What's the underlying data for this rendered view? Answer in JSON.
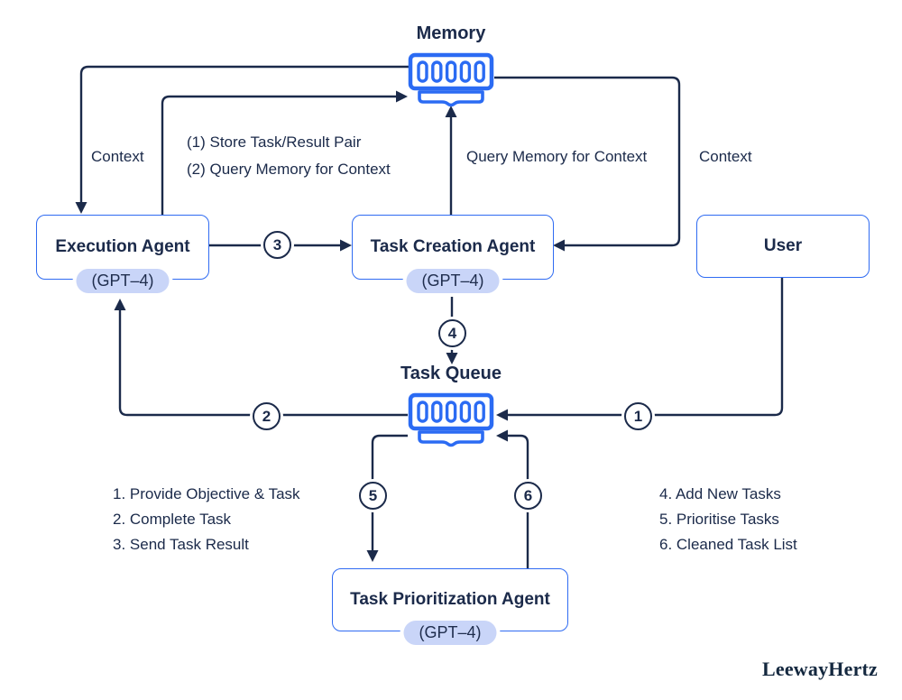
{
  "diagram": {
    "title_memory": "Memory",
    "title_task_queue": "Task Queue",
    "nodes": {
      "execution_agent": {
        "label": "Execution Agent",
        "model": "(GPT–4)"
      },
      "task_creation_agent": {
        "label": "Task Creation Agent",
        "model": "(GPT–4)"
      },
      "user": {
        "label": "User"
      },
      "task_prioritization_agent": {
        "label": "Task Prioritization Agent",
        "model": "(GPT–4)"
      }
    },
    "edge_labels": {
      "context_left": "Context",
      "store_pair": "(1) Store Task/Result Pair",
      "query_memory_left": "(2) Query Memory for Context",
      "query_memory_right": "Query Memory for Context",
      "context_right": "Context"
    },
    "markers": [
      "1",
      "2",
      "3",
      "4",
      "5",
      "6"
    ],
    "legend_left": [
      "1. Provide Objective & Task",
      "2. Complete Task",
      "3. Send Task Result"
    ],
    "legend_right": [
      "4. Add New Tasks",
      "5. Prioritise Tasks",
      "6. Cleaned Task List"
    ],
    "brand": "LeewayHertz",
    "colors": {
      "ink": "#1b2a4a",
      "blue": "#2b6bf3",
      "pill": "#c9d5f8"
    }
  }
}
